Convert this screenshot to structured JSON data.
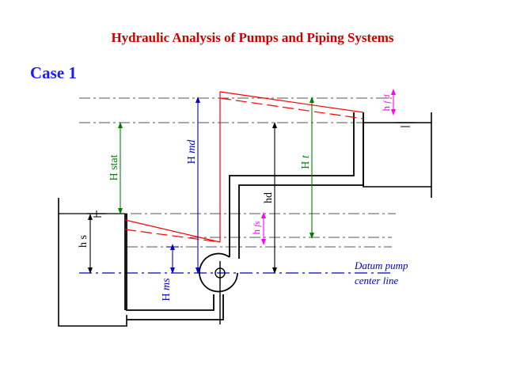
{
  "title": "Hydraulic Analysis of Pumps and Piping Systems",
  "case_label": "Case 1",
  "colors": {
    "title": "#cc0000",
    "case": "#1a1aff",
    "green": "#008000",
    "blue": "#0000cc",
    "magenta": "#ff00ff",
    "red": "#ff0000",
    "black": "#000000",
    "gray": "#555555"
  },
  "labels": {
    "h_stat": "H stat",
    "h_md_prefix": "H",
    "h_md_sub": "md",
    "h_t_prefix": "H",
    "h_t_sub": "t",
    "hd": "hd",
    "h_fs_prefix": "h",
    "h_fs_sub": "fs",
    "h_fd_prefix": "h",
    "h_fd_sub": "f d",
    "h_s": "h s",
    "h_ms_prefix": "H",
    "h_ms_sub": "ms",
    "datum_line1": "Datum pump",
    "datum_line2": "center line"
  }
}
